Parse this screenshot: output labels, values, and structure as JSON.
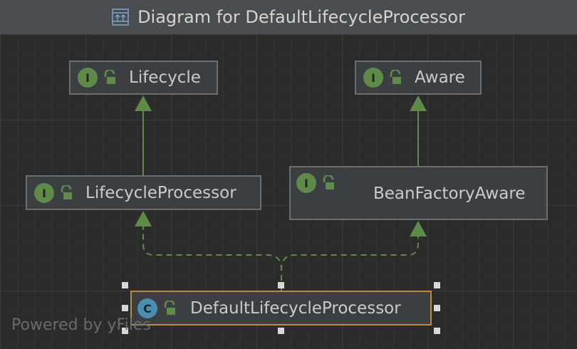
{
  "window": {
    "title": "Diagram for DefaultLifecycleProcessor",
    "title_icon": "diagram-icon"
  },
  "nodes": {
    "lifecycle": {
      "label": "Lifecycle",
      "kind": "I",
      "kind_icon": "interface-icon",
      "lock_icon": "lock-icon"
    },
    "aware": {
      "label": "Aware",
      "kind": "I",
      "kind_icon": "interface-icon",
      "lock_icon": "lock-icon"
    },
    "lifecycle_processor": {
      "label": "LifecycleProcessor",
      "kind": "I",
      "kind_icon": "interface-icon",
      "lock_icon": "lock-icon"
    },
    "bean_factory_aware": {
      "label": "BeanFactoryAware",
      "kind": "I",
      "kind_icon": "interface-icon",
      "lock_icon": "lock-icon"
    },
    "default_lifecycle_processor": {
      "label": "DefaultLifecycleProcessor",
      "kind": "C",
      "kind_icon": "class-icon",
      "lock_icon": "lock-icon",
      "selected": true
    }
  },
  "edges": [
    {
      "from": "LifecycleProcessor",
      "to": "Lifecycle",
      "style": "solid"
    },
    {
      "from": "BeanFactoryAware",
      "to": "Aware",
      "style": "solid"
    },
    {
      "from": "DefaultLifecycleProcessor",
      "to": "LifecycleProcessor",
      "style": "dashed"
    },
    {
      "from": "DefaultLifecycleProcessor",
      "to": "BeanFactoryAware",
      "style": "dashed"
    }
  ],
  "colors": {
    "background": "#2b2b2b",
    "node_fill": "#3c3f41",
    "node_border": "#6b6e70",
    "selected_border": "#c08a3e",
    "edge": "#5e8b4a",
    "interface_badge": "#5e8b4a",
    "class_badge": "#4a8fb0"
  },
  "watermark": "Powered by yFiles"
}
